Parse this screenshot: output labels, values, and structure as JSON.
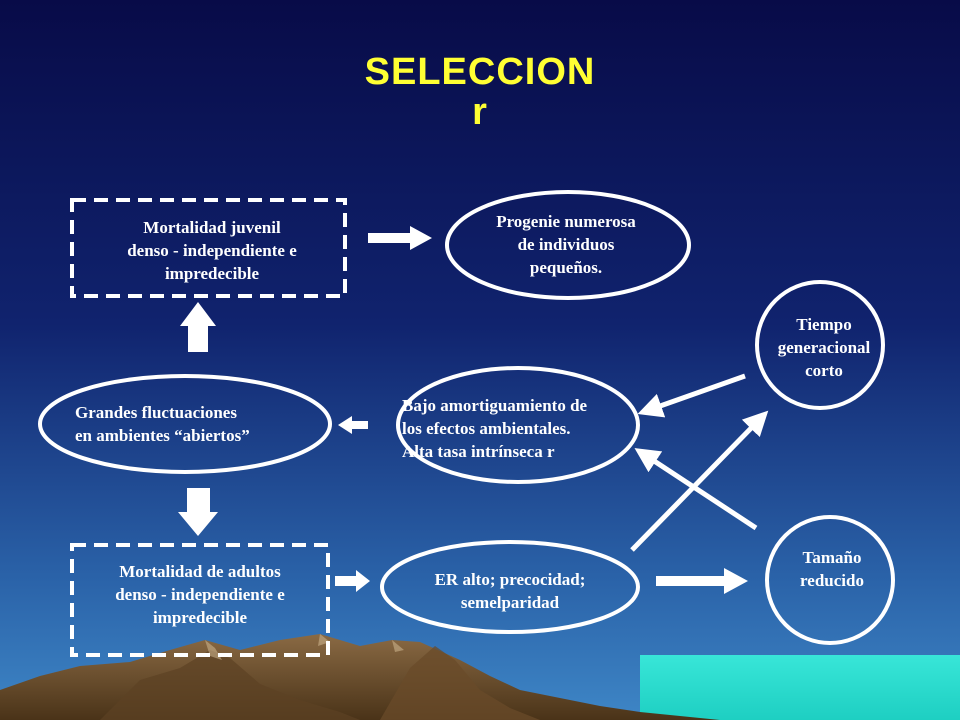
{
  "title": {
    "line1": "SELECCION",
    "line2": "r"
  },
  "nodes": {
    "juvenile_mortality": {
      "lines": [
        "Mortalidad juvenil",
        "denso - independiente e",
        "impredecible"
      ]
    },
    "large_progeny": {
      "lines": [
        "Progenie numerosa",
        "de individuos",
        "pequeños."
      ]
    },
    "short_generation": {
      "lines": [
        "Tiempo",
        "generacional",
        "corto"
      ]
    },
    "large_fluctuations": {
      "lines": [
        "Grandes fluctuaciones",
        "en ambientes “abiertos”"
      ]
    },
    "low_buffering": {
      "lines": [
        "Bajo amortiguamiento de",
        "los efectos ambientales.",
        "Alta tasa intrínseca r"
      ]
    },
    "small_size": {
      "lines": [
        "Tamaño",
        "reducido"
      ]
    },
    "adult_mortality": {
      "lines": [
        "Mortalidad de adultos",
        "denso - independiente e",
        "impredecible"
      ]
    },
    "high_re": {
      "lines": [
        "ER alto; precocidad;",
        "semelparidad"
      ]
    }
  },
  "colors": {
    "sky_top": "#0b0f52",
    "sky_bottom": "#2f74b8",
    "title": "#ffff33",
    "text": "#ffffff",
    "mountain": "#7a5a36",
    "sea": "#2fe0d0"
  }
}
